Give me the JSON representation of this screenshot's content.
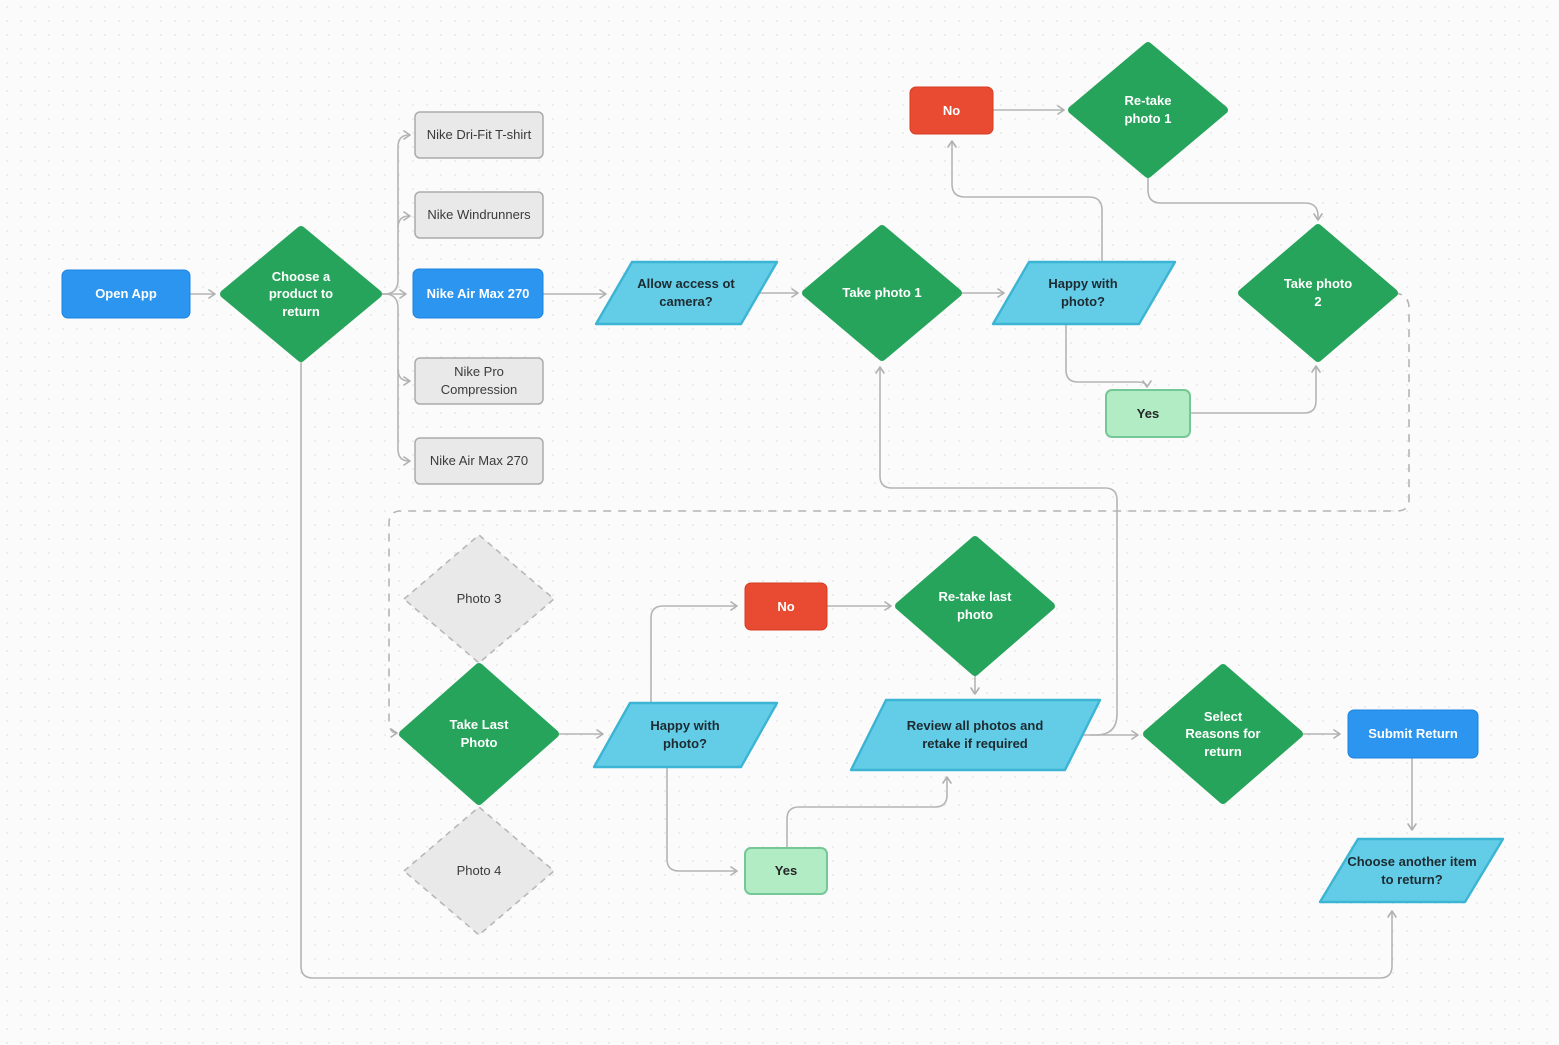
{
  "canvas": {
    "background": "#fbfbfb",
    "dot_color": "#e7e7e7",
    "connector_color": "#b5b5b5"
  },
  "colors": {
    "action_blue": "#2b95ef",
    "decision_green": "#27a45b",
    "negative_red": "#e84b32",
    "io_cyan": "#63cce7",
    "io_cyan_border": "#3cb4d4",
    "positive_light_green": "#b2ecc5",
    "positive_border": "#76c796",
    "neutral_gray_fill": "#e9e9e9",
    "neutral_gray_border": "#ababab"
  },
  "nodes": {
    "open_app": {
      "label": "Open App"
    },
    "choose_product": {
      "label": "Choose a product to return"
    },
    "product_1": {
      "label": "Nike Dri-Fit T-shirt"
    },
    "product_2": {
      "label": "Nike Windrunners"
    },
    "product_3": {
      "label": "Nike Air Max 270"
    },
    "product_4": {
      "label": "Nike Pro Compression"
    },
    "product_5": {
      "label": "Nike Air Max 270"
    },
    "allow_camera": {
      "label": "Allow access ot camera?"
    },
    "take_photo_1": {
      "label": "Take photo 1"
    },
    "happy_photo_1": {
      "label": "Happy with photo?"
    },
    "no_1": {
      "label": "No"
    },
    "retake_photo_1": {
      "label": "Re-take photo 1"
    },
    "take_photo_2": {
      "label": "Take photo 2"
    },
    "yes_1": {
      "label": "Yes"
    },
    "photo_3": {
      "label": "Photo 3"
    },
    "take_last_photo": {
      "label": "Take Last Photo"
    },
    "photo_4": {
      "label": "Photo 4"
    },
    "happy_photo_2": {
      "label": "Happy with photo?"
    },
    "no_2": {
      "label": "No"
    },
    "retake_last_photo": {
      "label": "Re-take last photo"
    },
    "review_photos": {
      "label": "Review all photos and retake if required"
    },
    "yes_2": {
      "label": "Yes"
    },
    "select_reasons": {
      "label": "Select Reasons for return"
    },
    "submit_return": {
      "label": "Submit Return"
    },
    "choose_another": {
      "label": "Choose another item to return?"
    }
  }
}
